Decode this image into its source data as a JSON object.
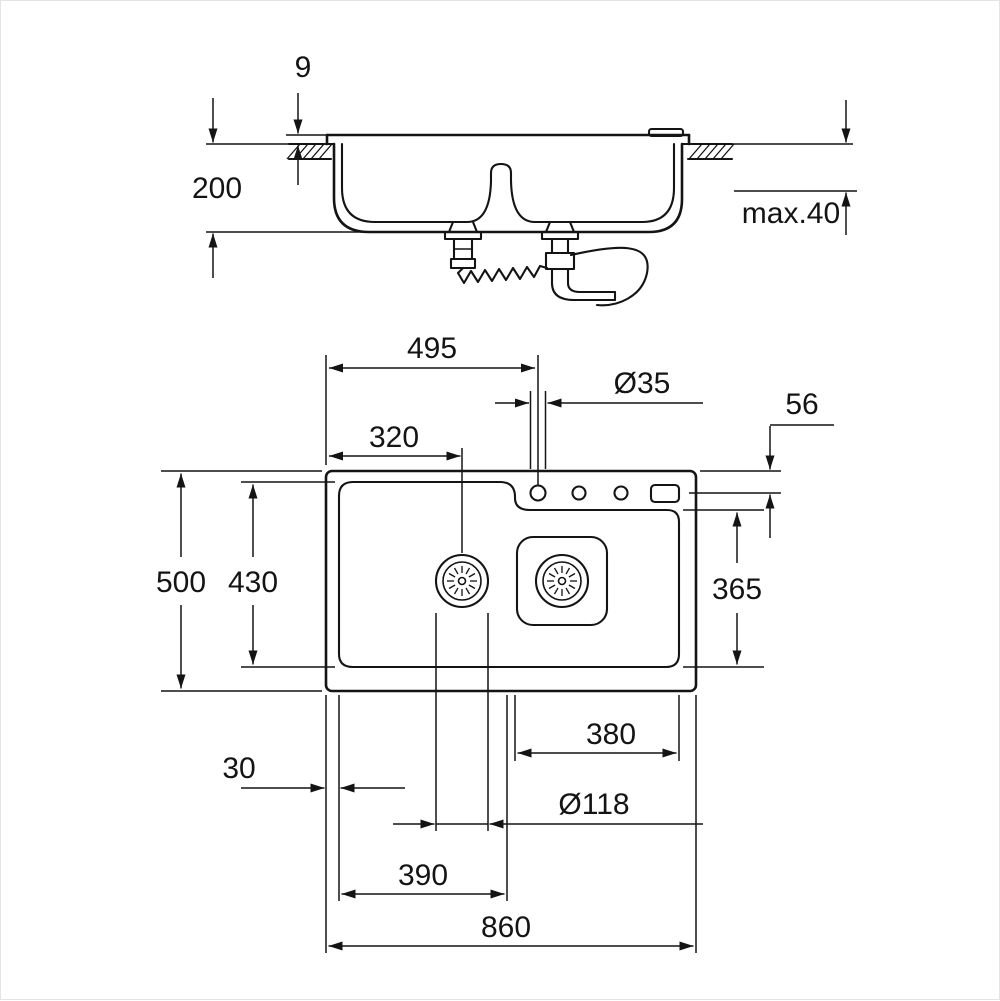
{
  "side_view": {
    "rim_height": "9",
    "installation_depth": "200",
    "max_counter_thickness": "max.40"
  },
  "plan_view": {
    "faucet_center_from_left": "495",
    "faucet_hole_diameter": "Ø35",
    "faucet_center_from_edge": "56",
    "drain_center_from_left": "320",
    "overall_depth": "500",
    "left_bowl_depth": "430",
    "right_bowl_depth": "365",
    "right_bowl_width": "380",
    "rim_margin": "30",
    "drain_diameter": "Ø118",
    "left_bowl_width": "390",
    "overall_width": "860"
  }
}
